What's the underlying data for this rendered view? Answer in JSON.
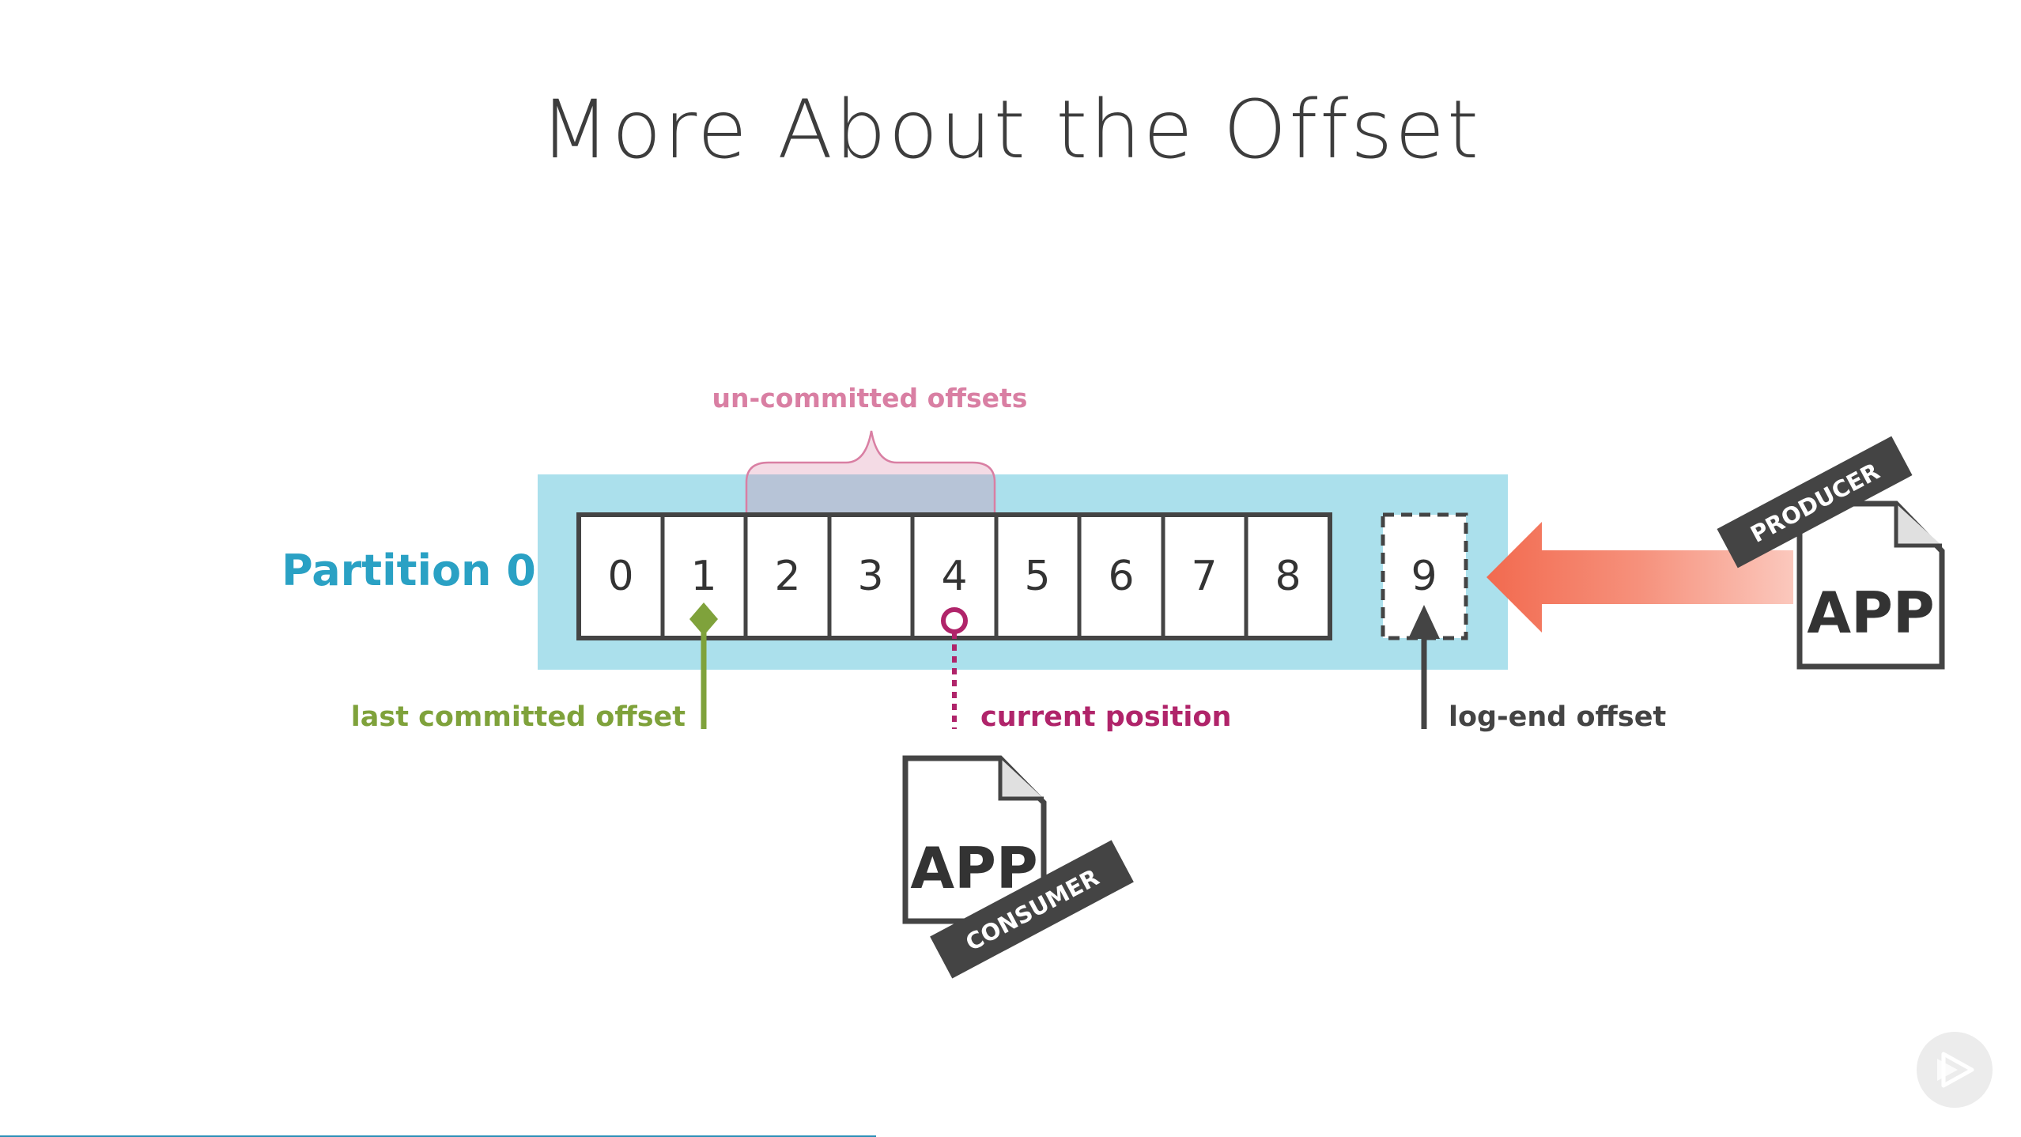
{
  "slide": {
    "title": "More About the Offset"
  },
  "partition": {
    "label": "Partition 0",
    "offsets": [
      "0",
      "1",
      "2",
      "3",
      "4",
      "5",
      "6",
      "7",
      "8"
    ],
    "next_offset": "9"
  },
  "annotations": {
    "uncommitted": "un-committed offsets",
    "last_committed": "last committed offset",
    "current_position": "current position",
    "log_end": "log-end offset"
  },
  "producer": {
    "badge": "PRODUCER",
    "doc_text": "APP"
  },
  "consumer": {
    "badge": "CONSUMER",
    "doc_text": "APP"
  },
  "colors": {
    "partition_band": "#abe0ec",
    "partition_label": "#2aa1c4",
    "uncommitted": "#d97fa3",
    "last_committed": "#7fa23b",
    "current_position": "#b0246a",
    "arrow": "#f26a4f",
    "dark": "#444444"
  },
  "icons": {
    "producer_doc": "document-icon",
    "consumer_doc": "document-icon",
    "play": "play-icon"
  }
}
